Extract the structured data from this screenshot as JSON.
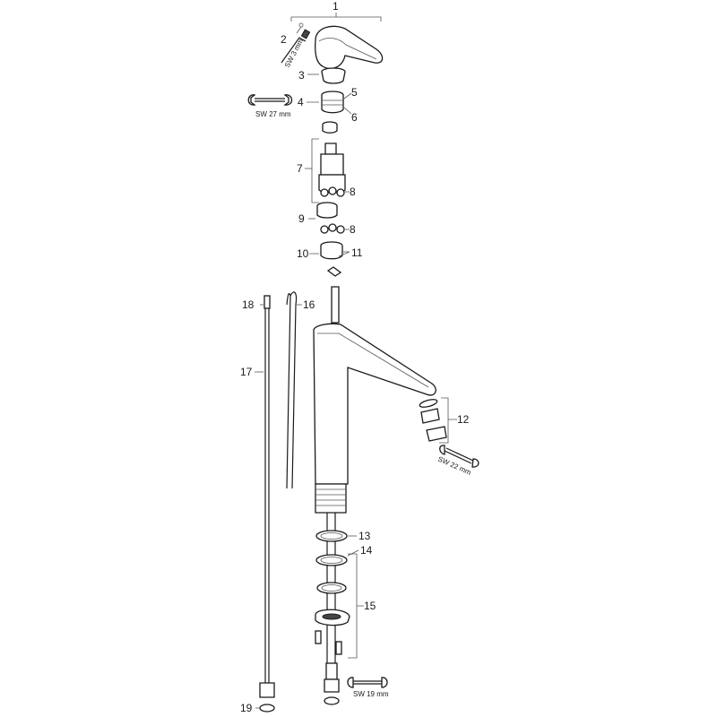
{
  "labels": {
    "p1": "1",
    "p2": "2",
    "p3": "3",
    "p4": "4",
    "p5": "5",
    "p6": "6",
    "p7": "7",
    "p8a": "8",
    "p8b": "8",
    "p9": "9",
    "p10": "10",
    "p11": "11",
    "p12": "12",
    "p13": "13",
    "p14": "14",
    "p15": "15",
    "p16": "16",
    "p17": "17",
    "p18": "18",
    "p19": "19"
  },
  "tools": {
    "allen_key": "SW 3 mm",
    "wrench_27": "SW 27 mm",
    "wrench_22": "SW 22 mm",
    "wrench_19": "SW 19 mm"
  }
}
